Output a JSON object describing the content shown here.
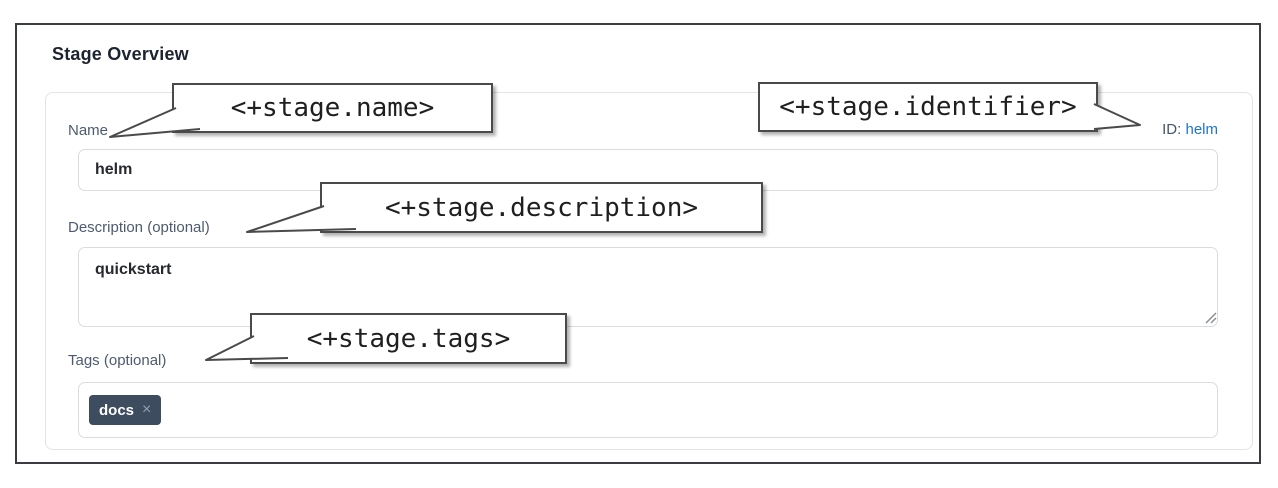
{
  "header": {
    "title": "Stage Overview"
  },
  "identifier": {
    "label": "ID:",
    "value": "helm"
  },
  "fields": {
    "name": {
      "label": "Name",
      "value": "helm"
    },
    "description": {
      "label": "Description (optional)",
      "value": "quickstart"
    },
    "tags": {
      "label": "Tags (optional)",
      "chip": {
        "text": "docs",
        "remove_icon": "×"
      }
    }
  },
  "callouts": {
    "name": {
      "text": "<+stage.name>"
    },
    "identifier": {
      "text": "<+stage.identifier>"
    },
    "description": {
      "text": "<+stage.description>"
    },
    "tags": {
      "text": "<+stage.tags>"
    }
  },
  "colors": {
    "link_blue": "#2173d1",
    "label_slate": "#4d5b70",
    "chip_bg": "#3d4c5f",
    "frame_border": "#3a3d40",
    "callout_border": "#4a4a4a"
  }
}
